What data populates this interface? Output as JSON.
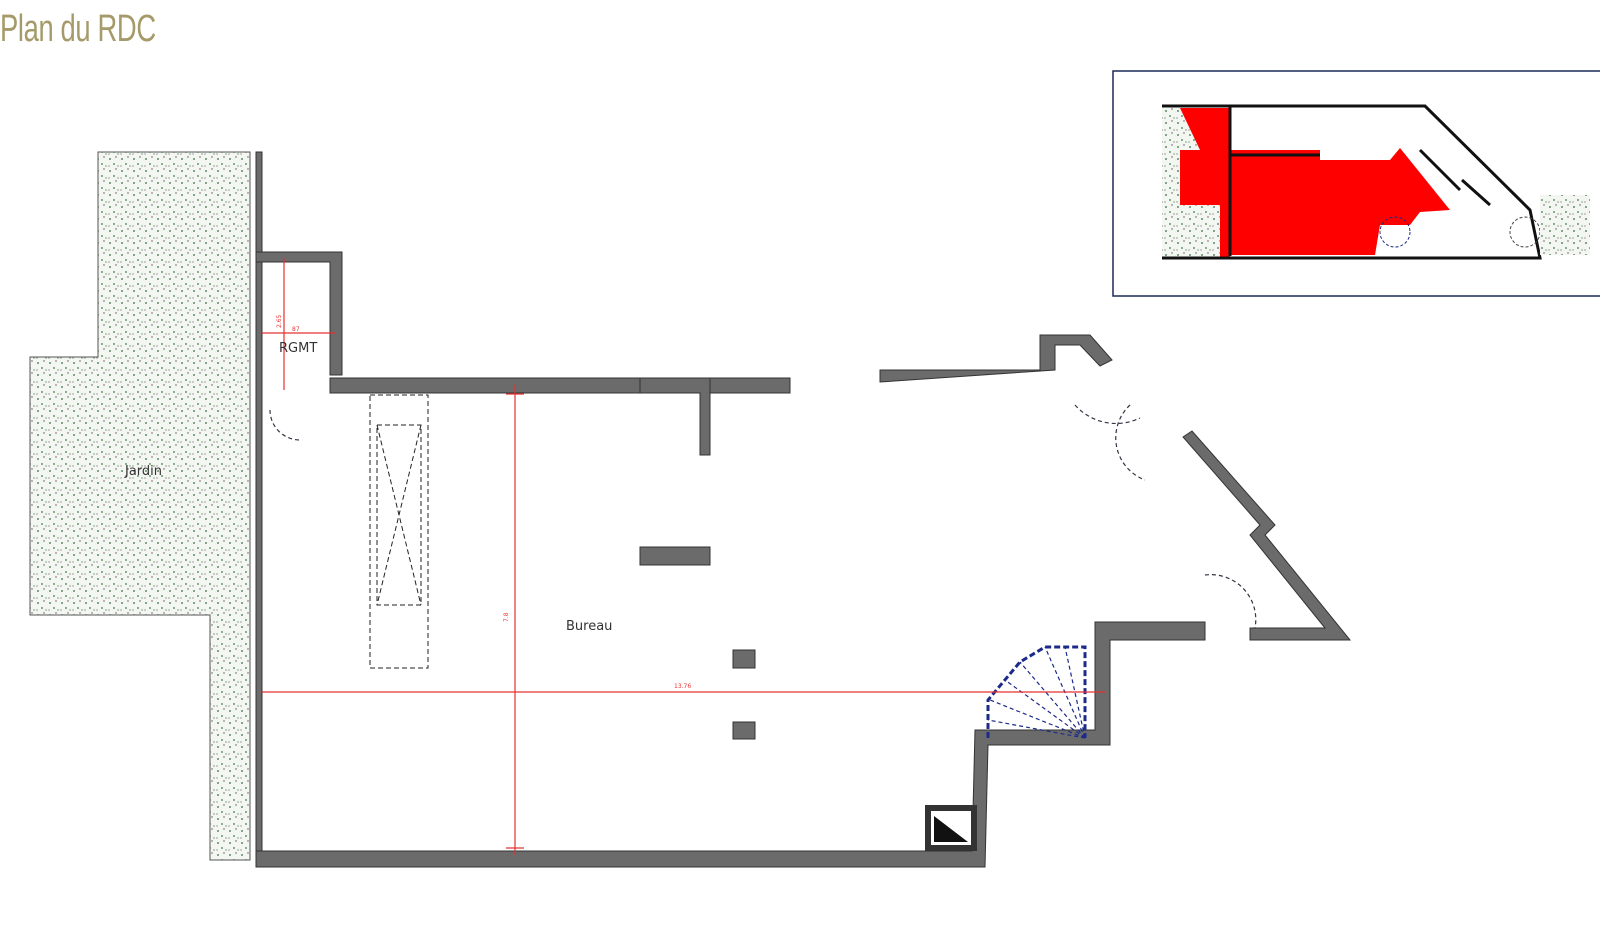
{
  "title": "Plan du RDC",
  "rooms": {
    "garden": "Jardin",
    "storage": "RGMT",
    "office": "Bureau"
  },
  "dimensions": {
    "horizontal": "13.76",
    "vertical": "7.8",
    "rgmt_height": "2.65",
    "rgmt_width": "87"
  },
  "colors": {
    "wall": "#6b6b6b",
    "dimension": "#e53030",
    "highlight": "#ff0000",
    "stairs": "#1c2a8a",
    "title": "#a59a6a"
  }
}
